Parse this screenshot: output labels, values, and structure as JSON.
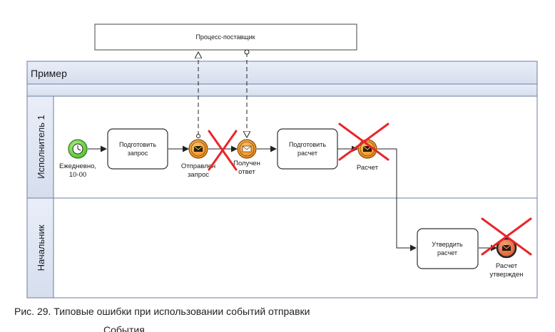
{
  "diagram": {
    "external_pool_label": "Процесс-поставщик",
    "pool_label": "Пример",
    "lanes": [
      {
        "label": "Исполнитель 1"
      },
      {
        "label": "Начальник"
      }
    ],
    "nodes": {
      "start": {
        "lines": [
          "Ежедневно,",
          "10-00"
        ]
      },
      "task_prepare_request": {
        "lines": [
          "Подготовить",
          "запрос"
        ]
      },
      "event_sent_request": {
        "lines": [
          "Отправлен",
          "запрос"
        ]
      },
      "event_received_reply": {
        "lines": [
          "Получен",
          "ответ"
        ]
      },
      "task_prepare_calc": {
        "lines": [
          "Подготовить",
          "расчет"
        ]
      },
      "event_calc": {
        "lines": [
          "Расчет"
        ]
      },
      "task_approve_calc": {
        "lines": [
          "Утвердить",
          "расчет"
        ]
      },
      "event_calc_approved": {
        "lines": [
          "Расчет",
          "утвержден"
        ]
      }
    },
    "error_mark_color": "#e8262a",
    "message_event_color": "#f2a23a",
    "timer_event_color": "#7ed957"
  },
  "caption": "Рис. 29. Типовые ошибки при использовании событий отправки",
  "caption_tail": "События"
}
